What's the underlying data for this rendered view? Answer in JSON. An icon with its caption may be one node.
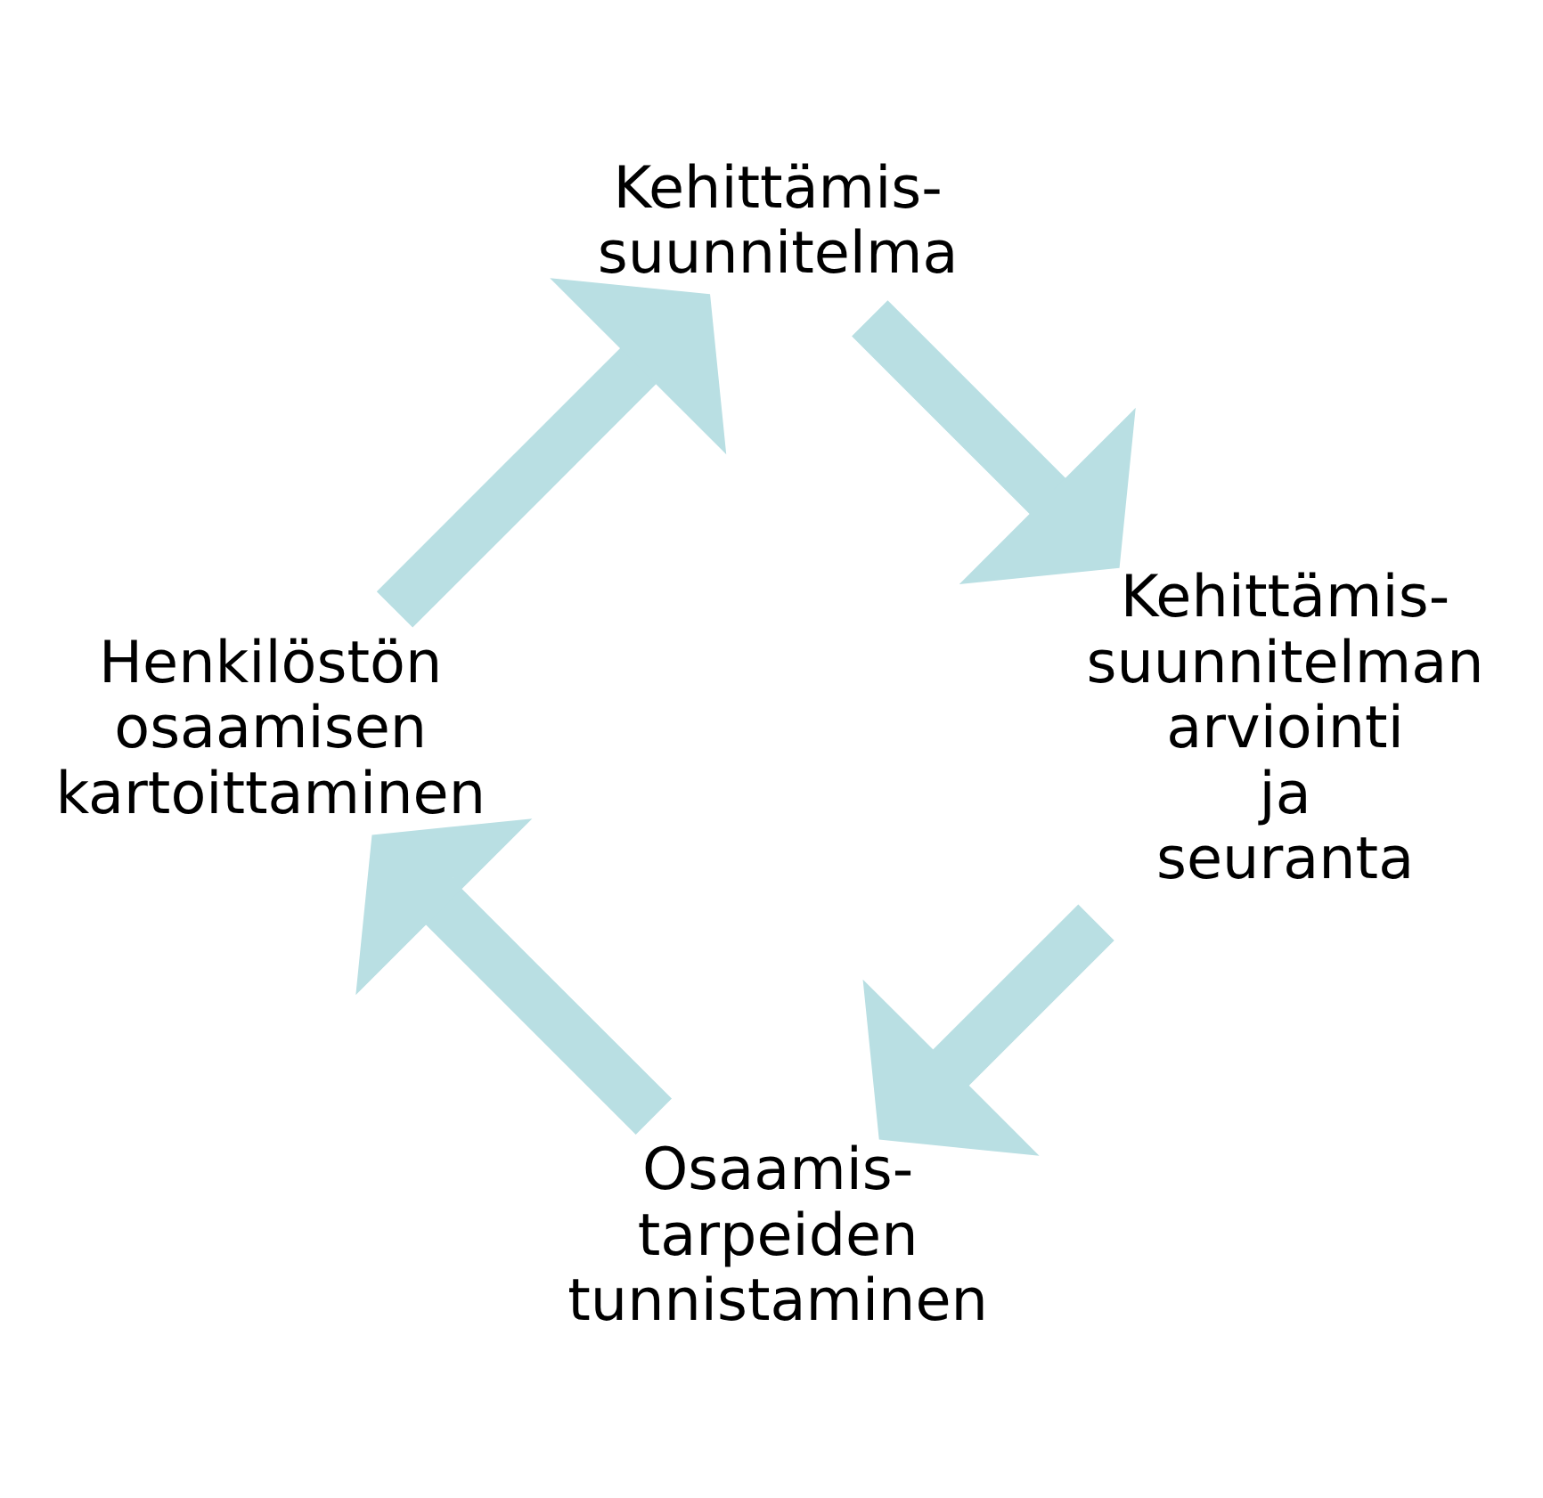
{
  "diagram": {
    "nodes": [
      {
        "text": [
          "Osaamis- tarpeiden tunnistaminen"
        ]
      },
      {
        "text": [
          "Henkilöstön osaamisen kartoittaminen"
        ]
      },
      {
        "text": [
          "Kehittämis- suunnitelman arviointi ja seuranta"
        ]
      },
      {
        "text": [
          "Kehittämis- suunnitelma"
        ]
      }
    ],
    "edges": [
      {
        "from": 0,
        "to": 1,
        "arrow": "to",
        "color": "#b9dfe3"
      },
      {
        "from": 1,
        "to": 3,
        "arrow": "to",
        "color": "#b9dfe3"
      },
      {
        "from": 3,
        "to": 2,
        "arrow": "to",
        "color": "#b9dfe3"
      },
      {
        "from": 2,
        "to": 0,
        "arrow": "to",
        "color": "#b9dfe3"
      }
    ]
  }
}
